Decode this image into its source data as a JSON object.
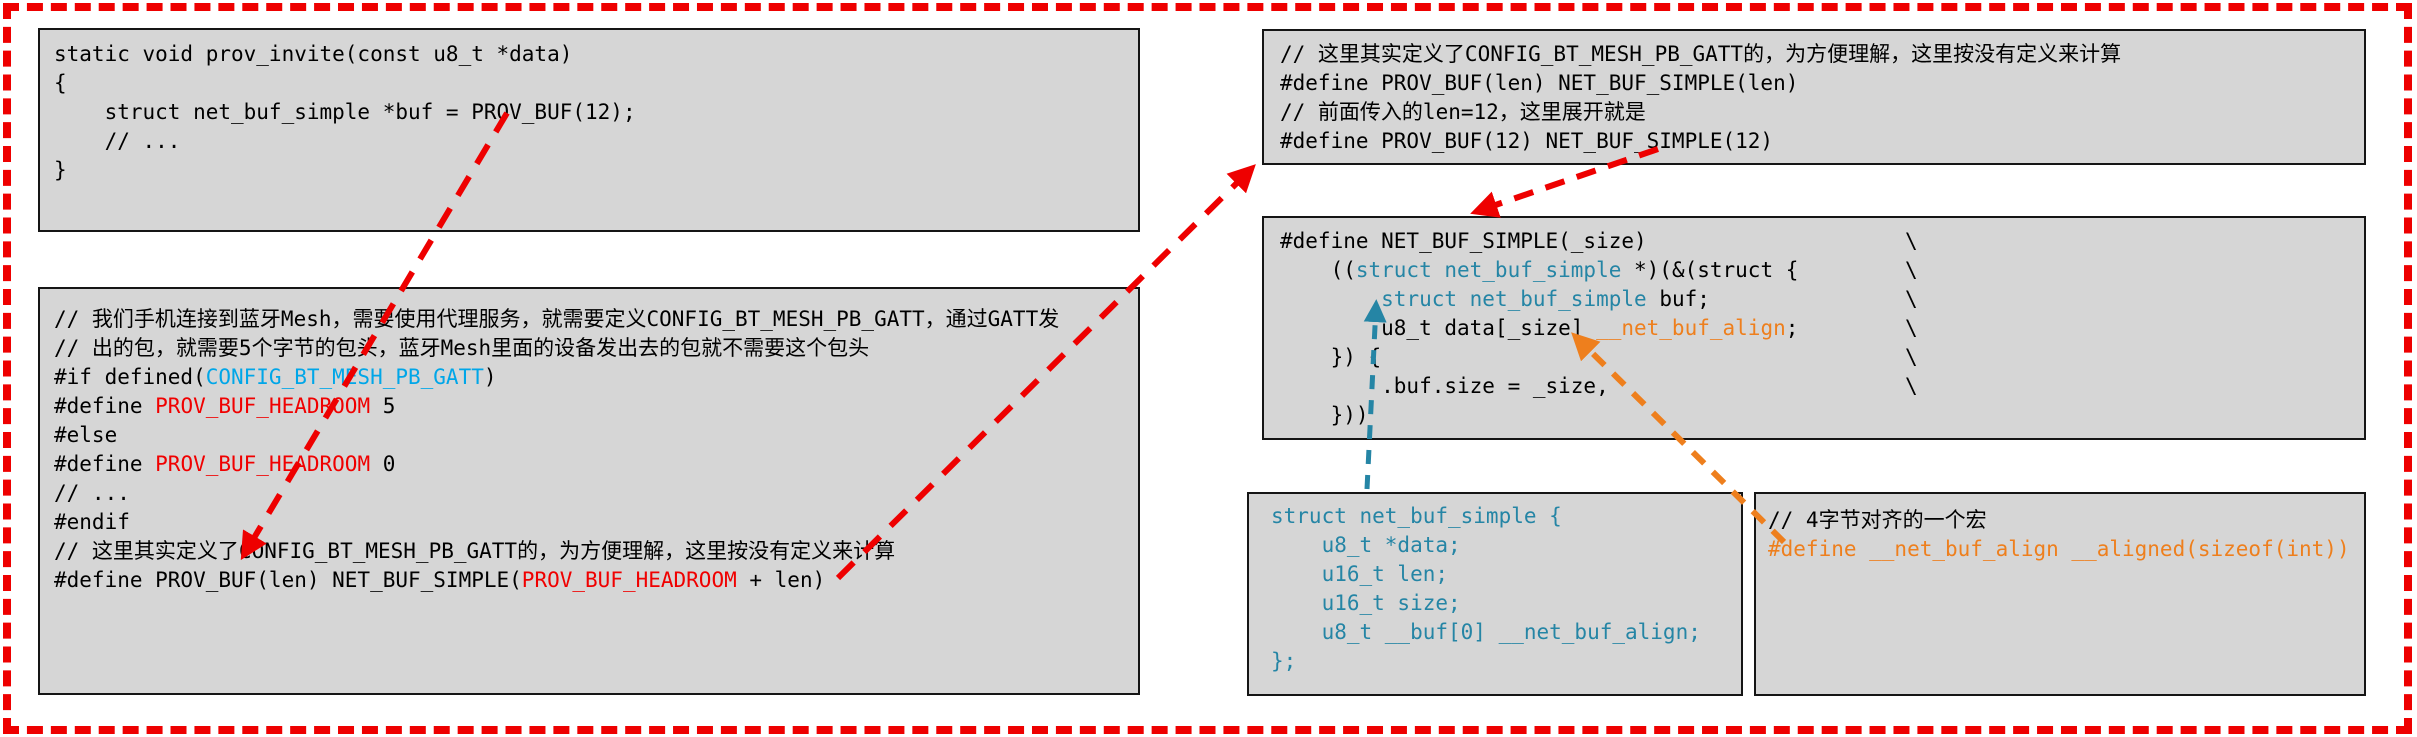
{
  "colors": {
    "outer_border": "#ee0000",
    "arrow_red": "#ee0000",
    "arrow_teal": "#2585a5",
    "arrow_orange": "#ee7f1d",
    "box_fill": "#d6d6d6",
    "box_border": "#151515",
    "code_default": "#000000",
    "code_cyan": "#00a6e8",
    "code_red": "#f00000",
    "code_teal": "#2585a5",
    "code_orange": "#ee7f1d"
  },
  "boxes": {
    "prov_invite": {
      "lines": [
        {
          "segments": [
            {
              "t": "static void prov_invite(const u8_t *data)"
            }
          ]
        },
        {
          "segments": [
            {
              "t": "{"
            }
          ]
        },
        {
          "segments": [
            {
              "t": "    struct net_buf_simple *buf = PROV_BUF(12);"
            }
          ]
        },
        {
          "segments": [
            {
              "t": "    // ..."
            }
          ]
        },
        {
          "segments": [
            {
              "t": "}"
            }
          ]
        }
      ]
    },
    "prov_buf_macros": {
      "lines": [
        {
          "segments": [
            {
              "t": "// 我们手机连接到蓝牙Mesh，需要使用代理服务，就需要定义CONFIG_BT_MESH_PB_GATT，通过GATT发"
            }
          ]
        },
        {
          "segments": [
            {
              "t": "// 出的包，就需要5个字节的包头，蓝牙Mesh里面的设备发出去的包就不需要这个包头"
            }
          ]
        },
        {
          "segments": [
            {
              "t": "#if defined("
            },
            {
              "t": "CONFIG_BT_MESH_PB_GATT",
              "c": "seg-cyan"
            },
            {
              "t": ")"
            }
          ]
        },
        {
          "segments": [
            {
              "t": "#define "
            },
            {
              "t": "PROV_BUF_HEADROOM",
              "c": "seg-red"
            },
            {
              "t": " 5"
            }
          ]
        },
        {
          "segments": [
            {
              "t": "#else"
            }
          ]
        },
        {
          "segments": [
            {
              "t": "#define "
            },
            {
              "t": "PROV_BUF_HEADROOM",
              "c": "seg-red"
            },
            {
              "t": " 0"
            }
          ]
        },
        {
          "segments": [
            {
              "t": "// ..."
            }
          ]
        },
        {
          "segments": [
            {
              "t": "#endif"
            }
          ]
        },
        {
          "segments": [
            {
              "t": "// 这里其实定义了CONFIG_BT_MESH_PB_GATT的，为方便理解，这里按没有定义来计算"
            }
          ]
        },
        {
          "segments": [
            {
              "t": "#define PROV_BUF(len) NET_BUF_SIMPLE("
            },
            {
              "t": "PROV_BUF_HEADROOM",
              "c": "seg-red"
            },
            {
              "t": " + len)"
            }
          ]
        }
      ]
    },
    "prov_buf_expansion": {
      "lines": [
        {
          "segments": [
            {
              "t": "// 这里其实定义了CONFIG_BT_MESH_PB_GATT的，为方便理解，这里按没有定义来计算"
            }
          ]
        },
        {
          "segments": [
            {
              "t": "#define PROV_BUF(len) NET_BUF_SIMPLE(len)"
            }
          ]
        },
        {
          "segments": [
            {
              "t": "// 前面传入的len=12，这里展开就是"
            }
          ]
        },
        {
          "segments": [
            {
              "t": "#define PROV_BUF(12) NET_BUF_SIMPLE(12)"
            }
          ]
        }
      ]
    },
    "net_buf_simple_macro": {
      "continuation_char": "\\",
      "lines": [
        {
          "cont": true,
          "segments": [
            {
              "t": "#define NET_BUF_SIMPLE(_size)"
            }
          ]
        },
        {
          "cont": true,
          "segments": [
            {
              "t": "    (("
            },
            {
              "t": "struct net_buf_simple",
              "c": "seg-teal"
            },
            {
              "t": " *)(&(struct {"
            }
          ]
        },
        {
          "cont": true,
          "segments": [
            {
              "t": "        "
            },
            {
              "t": "struct net_buf_simple",
              "c": "seg-teal"
            },
            {
              "t": " buf;"
            }
          ]
        },
        {
          "cont": true,
          "segments": [
            {
              "t": "        u8_t data[_size] "
            },
            {
              "t": "__net_buf_align",
              "c": "seg-orange"
            },
            {
              "t": ";"
            }
          ]
        },
        {
          "cont": true,
          "segments": [
            {
              "t": "    }) {"
            }
          ]
        },
        {
          "cont": true,
          "segments": [
            {
              "t": "        .buf.size = _size,"
            }
          ]
        },
        {
          "segments": [
            {
              "t": "    }))"
            }
          ]
        }
      ]
    },
    "net_buf_simple_struct": {
      "lines": [
        {
          "segments": [
            {
              "t": "struct net_buf_simple {",
              "c": "seg-teal"
            }
          ]
        },
        {
          "segments": [
            {
              "t": "    u8_t *data;",
              "c": "seg-teal"
            }
          ]
        },
        {
          "segments": [
            {
              "t": "    u16_t len;",
              "c": "seg-teal"
            }
          ]
        },
        {
          "segments": [
            {
              "t": "    u16_t size;",
              "c": "seg-teal"
            }
          ]
        },
        {
          "segments": [
            {
              "t": "    u8_t __buf[0] __net_buf_align;",
              "c": "seg-teal"
            }
          ]
        },
        {
          "segments": [
            {
              "t": "};",
              "c": "seg-teal"
            }
          ]
        }
      ]
    },
    "net_buf_align_macro": {
      "lines": [
        {
          "segments": [
            {
              "t": "// 4字节对齐的一个宏"
            }
          ]
        },
        {
          "segments": [
            {
              "t": "#define __net_buf_align __aligned(sizeof(int))",
              "c": "seg-orange"
            }
          ]
        }
      ]
    }
  }
}
